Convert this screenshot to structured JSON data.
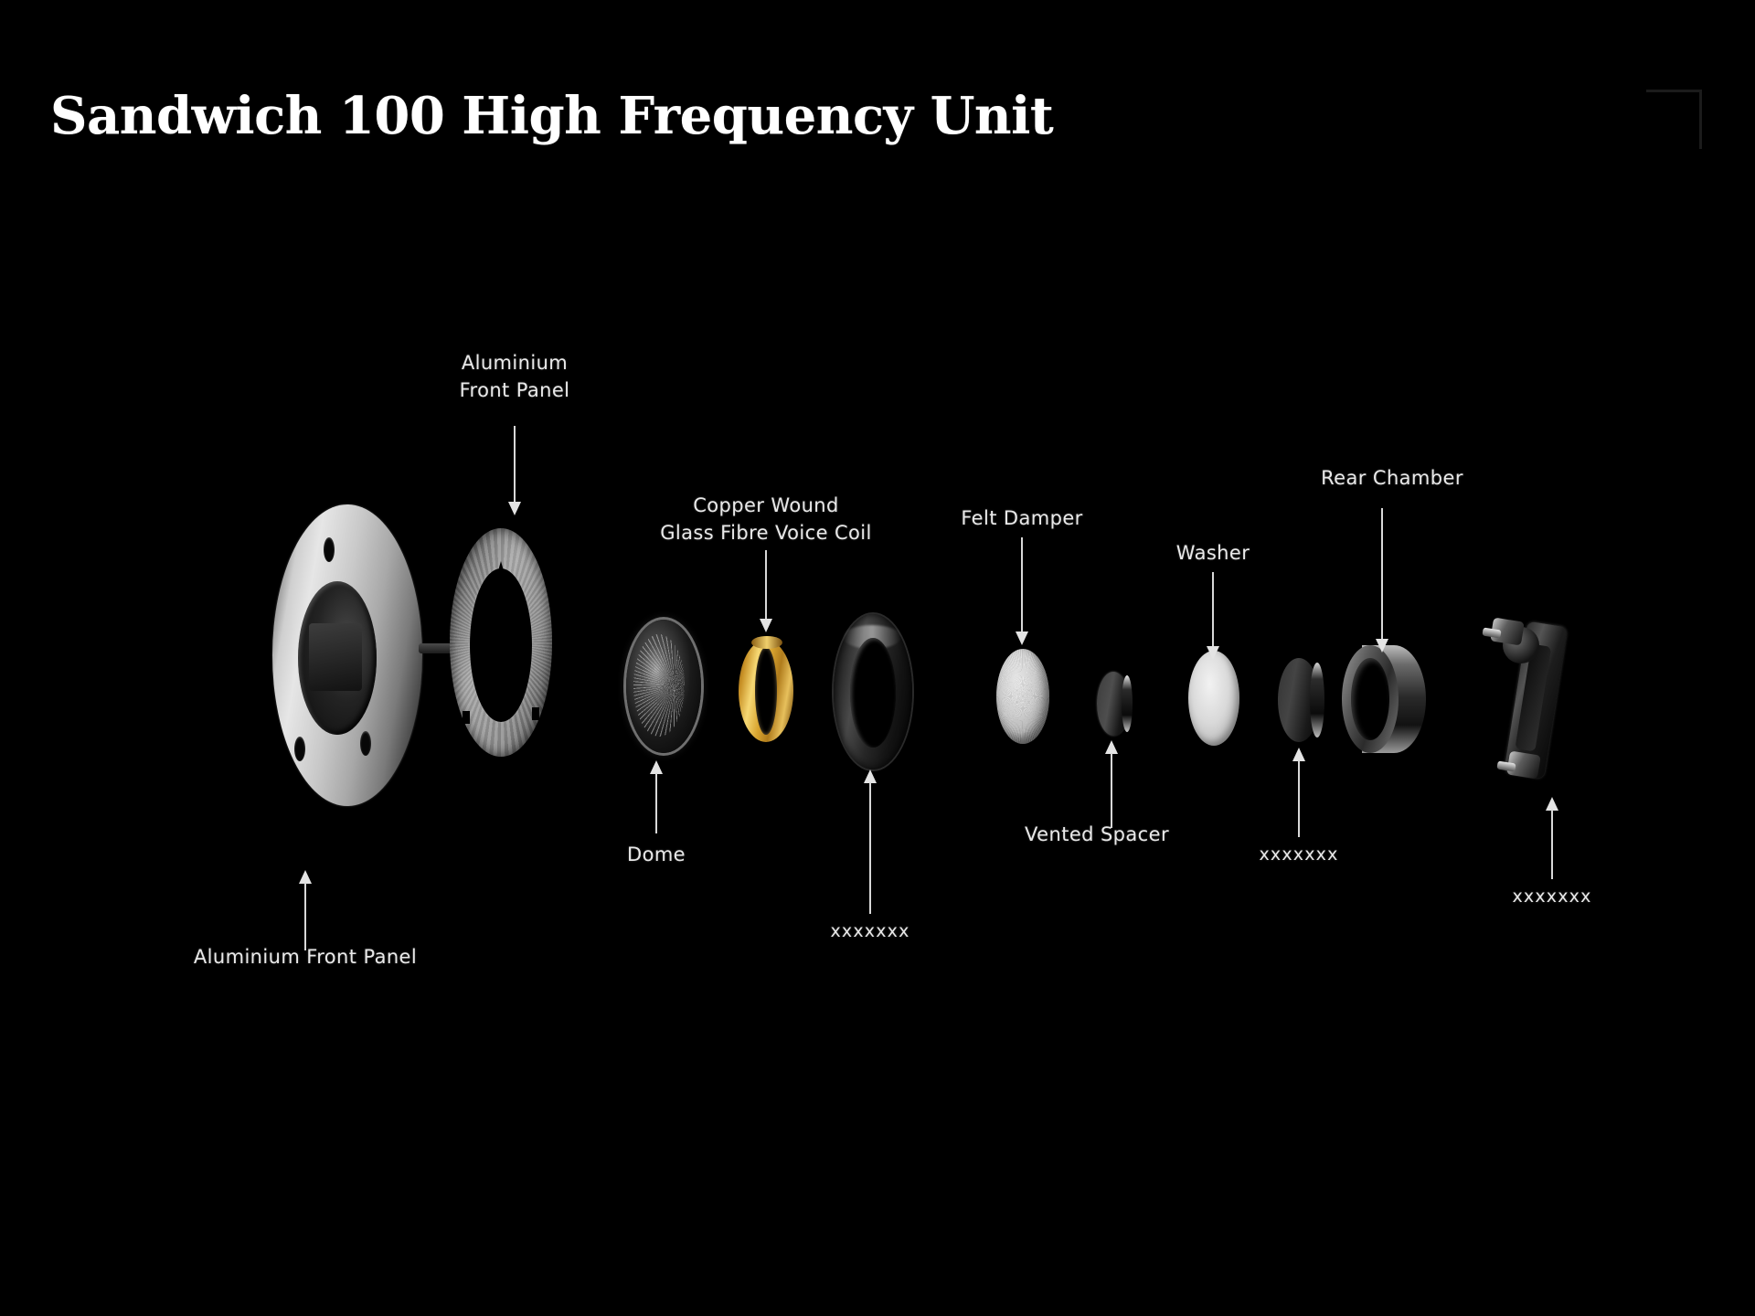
{
  "slide": {
    "background_color": "#000000",
    "title": "Sandwich 100 High Frequency Unit",
    "title_color": "#ffffff",
    "corner_bracket_color": "#1b1b1b"
  },
  "diagram": {
    "type": "exploded-assembly",
    "label_color": "#e9e9e9",
    "leader_color": "#e4e4e4",
    "parts": [
      {
        "id": "aluminium-front-panel-disc",
        "label": "Aluminium Front Panel",
        "label_position": "below",
        "arrow_direction": "up"
      },
      {
        "id": "aluminium-front-panel-gasket",
        "label": "Aluminium\nFront Panel",
        "label_position": "above",
        "arrow_direction": "down"
      },
      {
        "id": "dome",
        "label": "Dome",
        "label_position": "below",
        "arrow_direction": "up"
      },
      {
        "id": "voice-coil",
        "label": "Copper Wound\nGlass Fibre Voice Coil",
        "label_position": "above",
        "arrow_direction": "down"
      },
      {
        "id": "dark-ring",
        "label": "xxxxxxx",
        "label_position": "below",
        "arrow_direction": "up"
      },
      {
        "id": "felt-damper",
        "label": "Felt Damper",
        "label_position": "above",
        "arrow_direction": "down"
      },
      {
        "id": "vented-spacer",
        "label": "Vented Spacer",
        "label_position": "below",
        "arrow_direction": "up"
      },
      {
        "id": "washer",
        "label": "Washer",
        "label_position": "above",
        "arrow_direction": "down"
      },
      {
        "id": "dark-puck",
        "label": "xxxxxxx",
        "label_position": "below",
        "arrow_direction": "up"
      },
      {
        "id": "rear-chamber",
        "label": "Rear Chamber",
        "label_position": "above",
        "arrow_direction": "down"
      },
      {
        "id": "mounting-bracket",
        "label": "xxxxxxx",
        "label_position": "below",
        "arrow_direction": "up"
      }
    ]
  }
}
